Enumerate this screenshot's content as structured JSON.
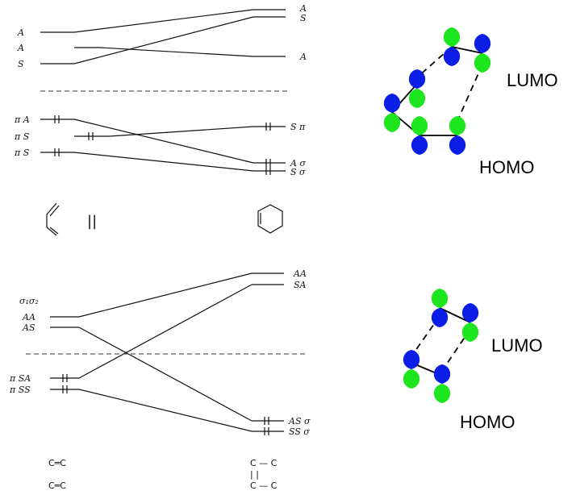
{
  "top_diagram": {
    "left_levels": [
      "A",
      "A",
      "S",
      "π A",
      "π S",
      "π S"
    ],
    "right_levels": [
      "A",
      "S",
      "A",
      "S π",
      "A σ",
      "S σ"
    ],
    "bottom_structure_label": "||"
  },
  "bottom_diagram": {
    "left_header": "σ₁σ₂",
    "left_levels": [
      "AA",
      "AS",
      "π SA",
      "π SS"
    ],
    "right_levels": [
      "AA",
      "SA",
      "AS σ",
      "SS σ"
    ],
    "left_structure": [
      "C═C",
      "C═C"
    ],
    "right_structure": [
      "C — C",
      "|      |",
      "C — C"
    ]
  },
  "orbitals_top": {
    "lumo_label": "LUMO",
    "homo_label": "HOMO"
  },
  "orbitals_bottom": {
    "lumo_label": "LUMO",
    "homo_label": "HOMO"
  },
  "colors": {
    "lobe_blue": "#0a1ee6",
    "lobe_green": "#1ee61e"
  }
}
